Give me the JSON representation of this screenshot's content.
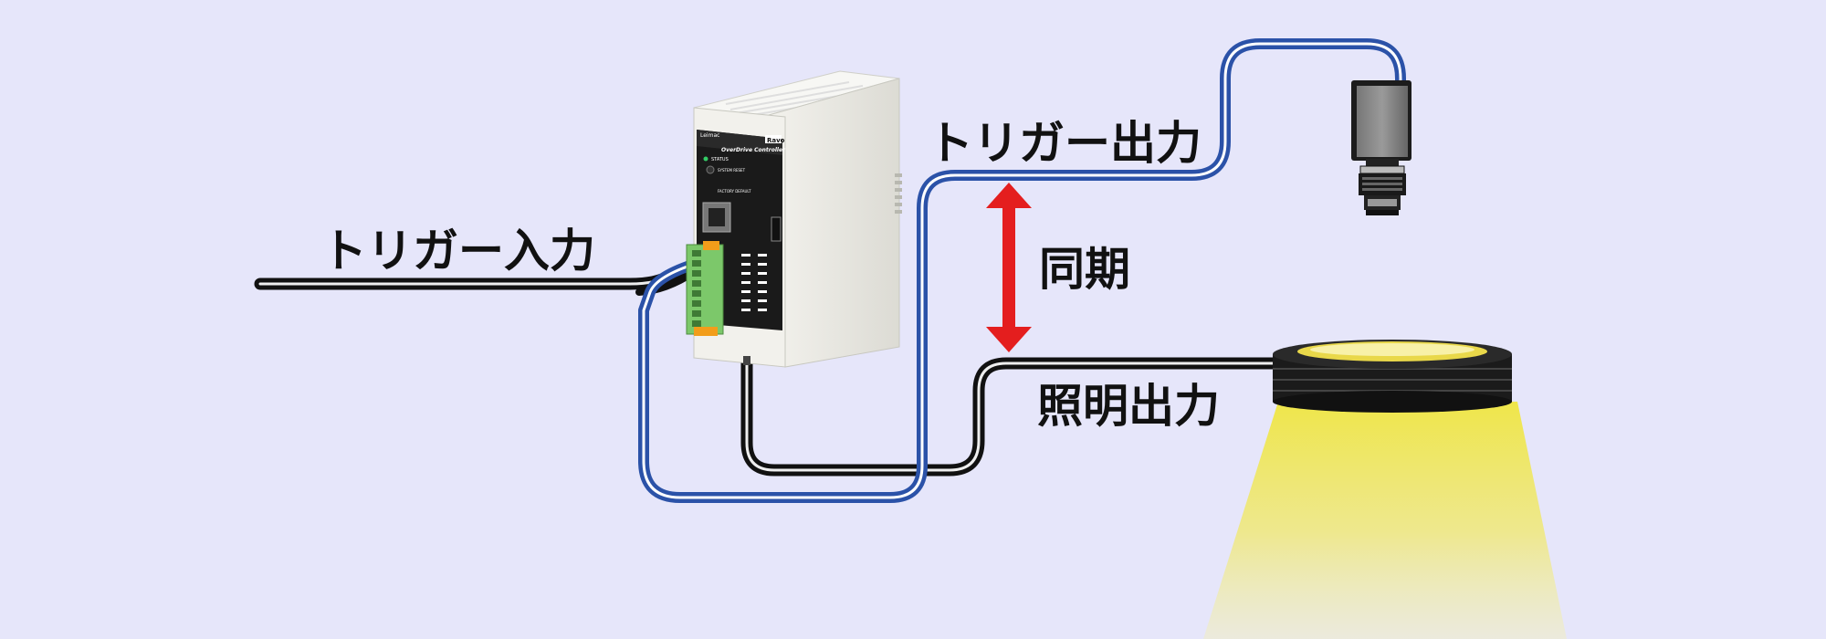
{
  "labels": {
    "trigger_input": "トリガー入力",
    "trigger_output": "トリガー出力",
    "sync": "同期",
    "lighting_output": "照明出力"
  },
  "controller": {
    "brand": "Leimac",
    "model": "OverDrive Controller",
    "badge": "Ravo",
    "status_label": "STATUS",
    "system_reset_label": "SYSTEM RESET",
    "factory_default_label": "FACTORY DEFAULT"
  },
  "colors": {
    "background": "#e6e6fa",
    "trigger_cable": "#2b52a8",
    "signal_cable": "#111111",
    "sync_arrow": "#e41e1e",
    "light_beam": "#f0e84a"
  },
  "icons": {
    "controller": "overdrive-controller-icon",
    "camera": "industrial-camera-icon",
    "ring_light": "ring-light-icon",
    "sync_arrow": "double-headed-arrow-icon"
  }
}
